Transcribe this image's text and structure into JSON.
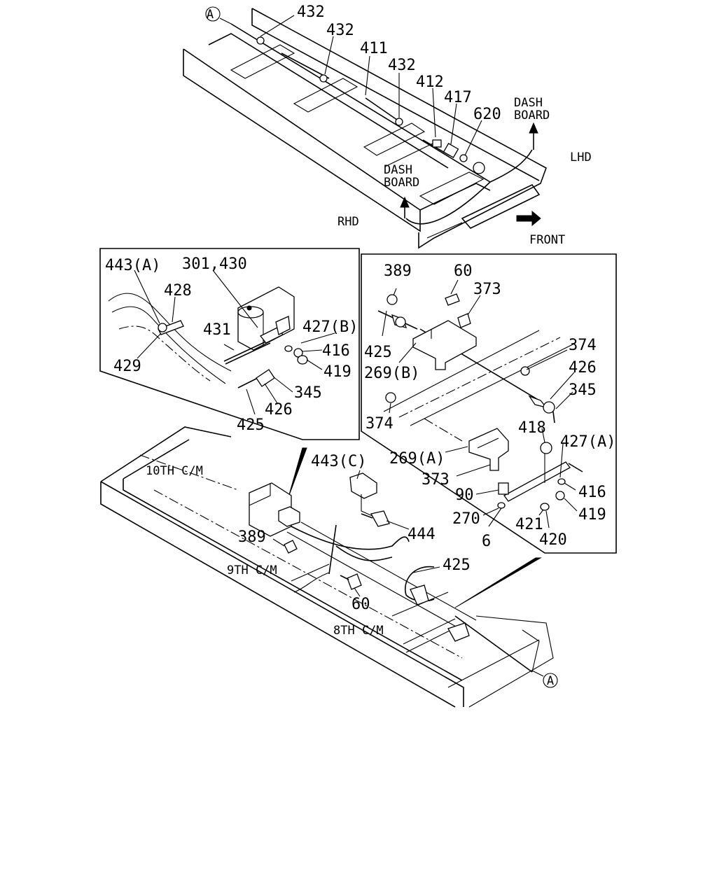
{
  "callouts": {
    "upper_432_a": "432",
    "upper_432_b": "432",
    "upper_411": "411",
    "upper_432_c": "432",
    "upper_412": "412",
    "upper_417": "417",
    "upper_620": "620",
    "left_443a": "443(A)",
    "left_301_430": "301,430",
    "left_428": "428",
    "left_431": "431",
    "left_427b": "427(B)",
    "left_416": "416",
    "left_419": "419",
    "left_429": "429",
    "left_345": "345",
    "left_426": "426",
    "left_425": "425",
    "right_389": "389",
    "right_60": "60",
    "right_373_top": "373",
    "right_425": "425",
    "right_269b": "269(B)",
    "right_374_top": "374",
    "right_426": "426",
    "right_345": "345",
    "right_374_bottom": "374",
    "right_418": "418",
    "right_427a": "427(A)",
    "right_269a": "269(A)",
    "right_373_bottom": "373",
    "right_416": "416",
    "right_90": "90",
    "right_419": "419",
    "right_270": "270",
    "right_421": "421",
    "right_6": "6",
    "right_420": "420",
    "lower_443c": "443(C)",
    "lower_444": "444",
    "lower_389": "389",
    "lower_425": "425",
    "lower_60": "60"
  },
  "notes": {
    "dash_board_lhd_line1": "DASH",
    "dash_board_lhd_line2": "BOARD",
    "dash_board_rhd_line1": "DASH",
    "dash_board_rhd_line2": "BOARD",
    "lhd": "LHD",
    "rhd": "RHD",
    "front": "FRONT",
    "cm_10th": "10TH C/M",
    "cm_9th": "9TH C/M",
    "cm_8th": "8TH C/M"
  },
  "reference_marks": {
    "top": "A",
    "bottom": "A"
  }
}
